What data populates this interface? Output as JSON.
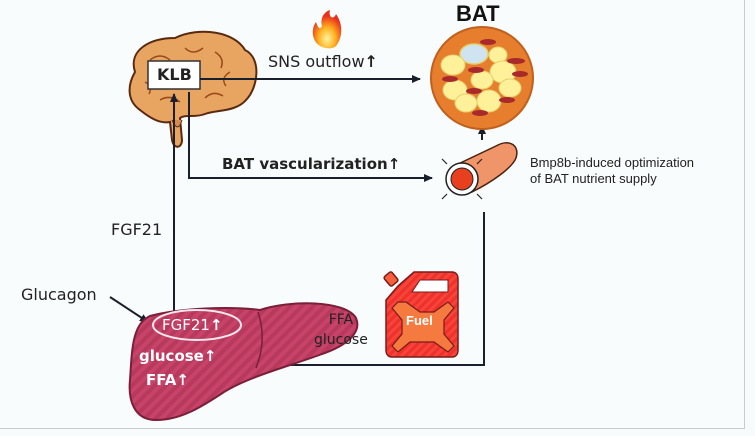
{
  "diagram": {
    "title": "BAT",
    "nodes": {
      "brain": {
        "label": "KLB"
      },
      "bat": {
        "label": "BAT"
      },
      "vessel": {
        "caption_line1": "Bmp8b-induced optimization",
        "caption_line2": "of BAT nutrient supply"
      },
      "liver": {
        "items": [
          "FGF21",
          "glucose",
          "FFA"
        ]
      },
      "fuel_can": {
        "label": "Fuel"
      }
    },
    "edges": {
      "sns": {
        "label": "SNS outflow",
        "direction": "up"
      },
      "vascularization": {
        "label": "BAT vascularization",
        "direction": "up"
      },
      "fgf21": {
        "label": "FGF21"
      },
      "glucagon": {
        "label": "Glucagon"
      },
      "nutrients": {
        "line1": "FFA",
        "line2": "glucose"
      }
    },
    "arrow_glyph": "↑",
    "colors": {
      "liver": "#b8385a",
      "bat_outer": "#e67e2e",
      "fuel": "#f0302a",
      "line": "#1a1f2e"
    }
  }
}
